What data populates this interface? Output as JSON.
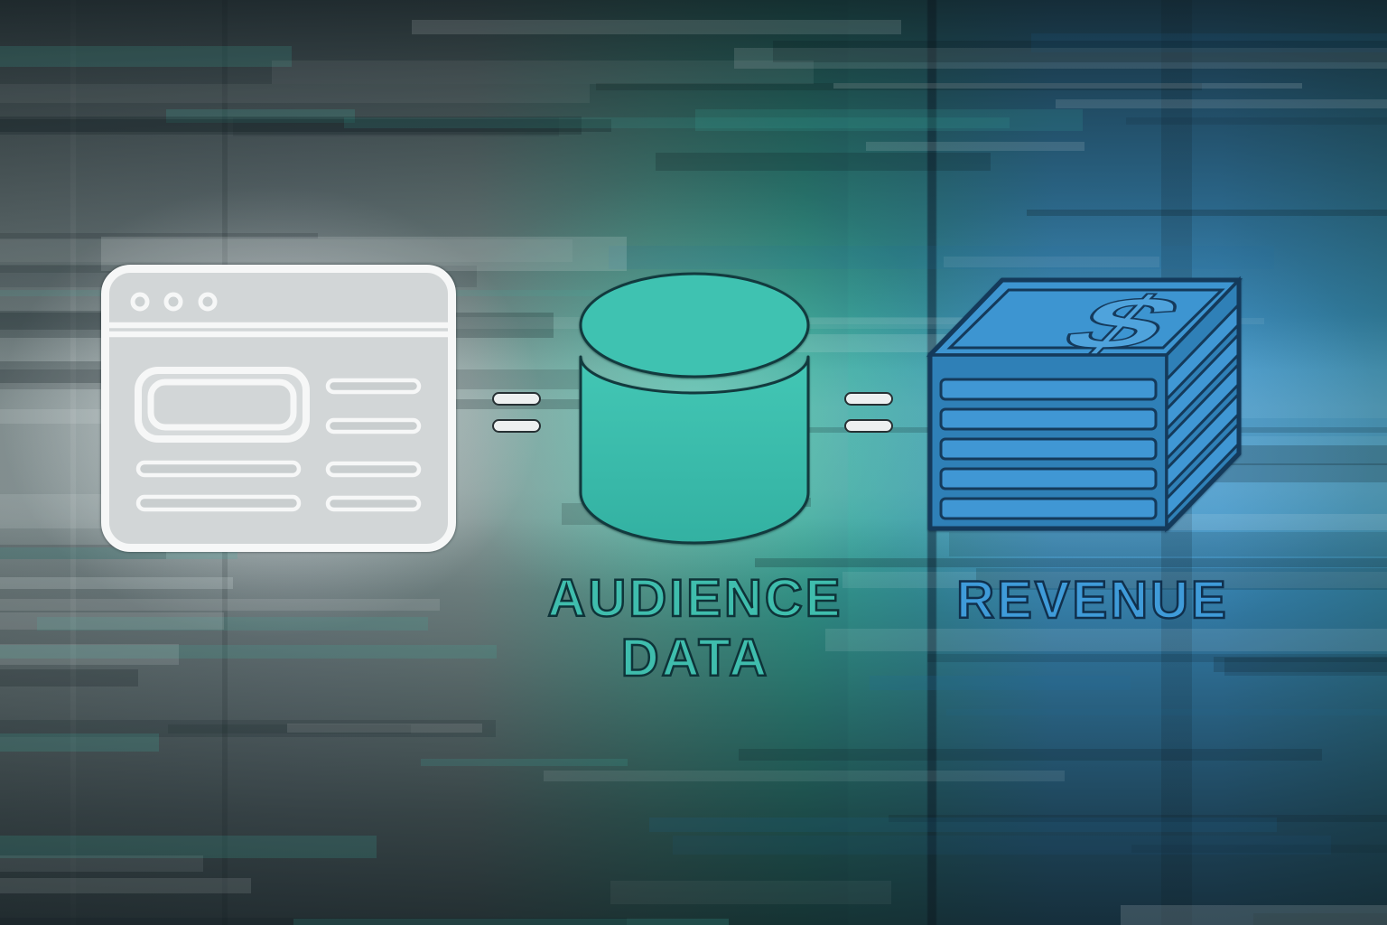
{
  "illustration": {
    "equation": {
      "left_icon": "browser-window",
      "equals": "=",
      "center_icon": "database-cylinder",
      "center_label_line1": "AUDIENCE",
      "center_label_line2": "DATA",
      "right_icon": "money-stack",
      "dollar_symbol": "$",
      "right_label": "REVENUE"
    },
    "colors": {
      "audience_teal": "#3fc2b1",
      "revenue_blue": "#3e96d3",
      "audience_text": "#3fbdad",
      "revenue_text": "#3f9bd9",
      "icon_gray": "#d2d6d7",
      "equals_white": "#edf0f0"
    }
  }
}
